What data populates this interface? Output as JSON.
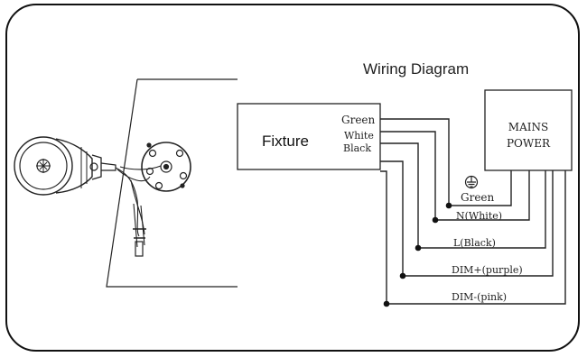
{
  "diagram": {
    "title": "Wiring Diagram",
    "fixture_label": "Fixture",
    "fixture_terminals": [
      "Green",
      "White",
      "Black"
    ],
    "mains_label_line1": "MAINS",
    "mains_label_line2": "POWER",
    "ground_label": "Green",
    "wire_labels": {
      "neutral": "N(White)",
      "line": "L(Black)",
      "dim_plus": "DIM+(purple)",
      "dim_minus": "DIM-(pink)"
    }
  }
}
